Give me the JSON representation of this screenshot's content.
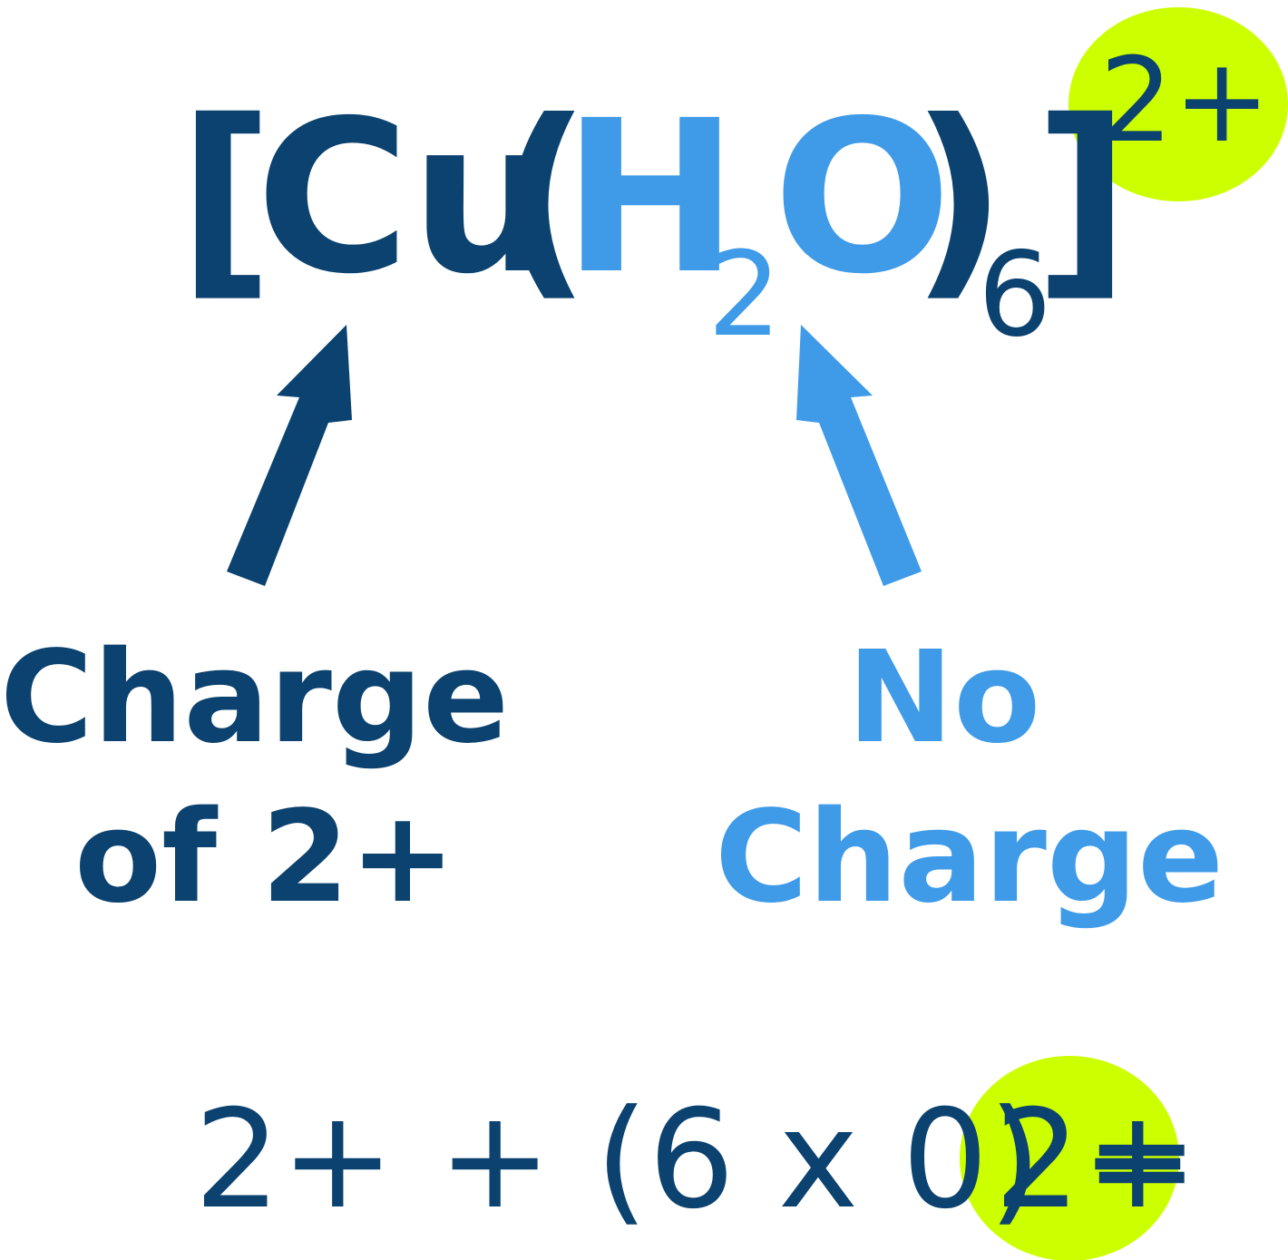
{
  "colors": {
    "dark_blue": "#0b426f",
    "light_blue": "#3f9be8",
    "highlight": "#ccff00"
  },
  "formula": {
    "open_bracket": "[",
    "metal": "Cu",
    "open_paren": "(",
    "ligand_h": "H",
    "ligand_sub": "2",
    "ligand_o": "O",
    "close_paren": ")",
    "count_sub": "6",
    "close_bracket": "]",
    "charge": "2+"
  },
  "labels": {
    "metal_line1": "Charge",
    "metal_line2": "of 2+",
    "ligand_line1": "No",
    "ligand_line2": "Charge"
  },
  "equation": {
    "left": "2+ + (6 x 0) =",
    "result": "2+"
  },
  "icons": {
    "metal_arrow": "arrow-up-icon",
    "ligand_arrow": "arrow-up-icon"
  }
}
